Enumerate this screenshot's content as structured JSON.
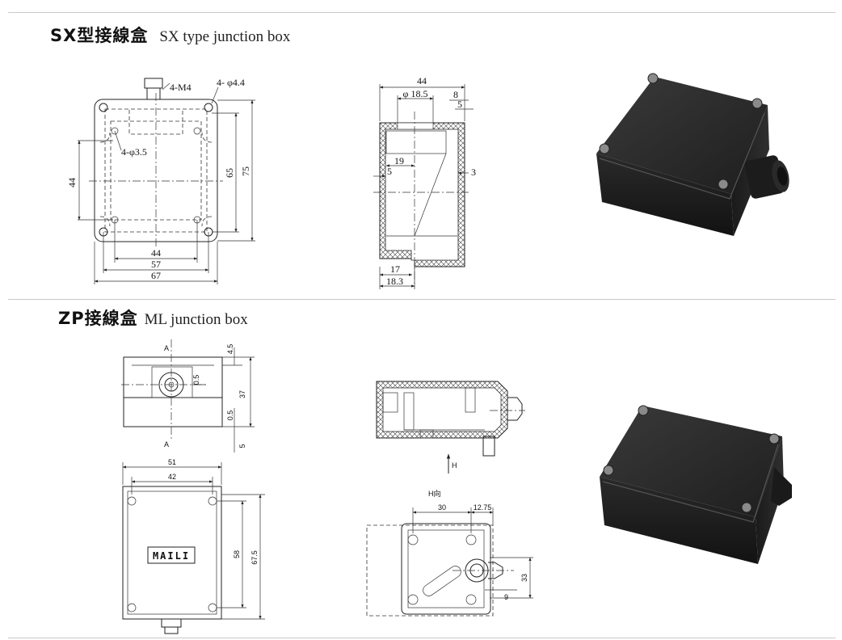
{
  "sections": [
    {
      "title_cn": "SX型接線盒",
      "title_en": "SX type junction box"
    },
    {
      "title_cn": "ZP接線盒",
      "title_en": "ML junction box"
    }
  ],
  "sx": {
    "front": {
      "labels": {
        "bolt": "4-M4",
        "hole_outer": "4- φ4.4",
        "hole_inner": "4-φ3.5"
      },
      "dims": {
        "height_inner": "44",
        "height_mid": "65",
        "height_outer": "75",
        "width_inner": "44",
        "width_mid": "57",
        "width_outer": "67"
      }
    },
    "section": {
      "dims": {
        "top_width": "44",
        "bore": "φ 18.5",
        "right_8": "8",
        "right_5": "5",
        "depth_19": "19",
        "wall_left": "5",
        "wall_right": "3",
        "bottom_17": "17",
        "bottom_183": "18.3"
      }
    }
  },
  "zp": {
    "side": {
      "labels": {
        "section_mark_top": "A",
        "section_mark_bottom": "A"
      },
      "dims": {
        "d45_top": "4.5",
        "d05_top": "0.5",
        "d37": "37",
        "d05_bottom": "0.5",
        "d5": "5"
      }
    },
    "top": {
      "nameplate": "MAILI",
      "dims": {
        "d51": "51",
        "d42": "42",
        "d58": "58",
        "d675": "67.5"
      }
    },
    "section": {
      "labels": {
        "arrow_h": "H"
      }
    },
    "hview": {
      "labels": {
        "title": "H向"
      },
      "dims": {
        "d30": "30",
        "d1275": "12.75",
        "d33": "33",
        "d9": "9"
      }
    }
  },
  "colors": {
    "line": "#222222",
    "rule": "#c9c9c9",
    "box_dark": "#1c1c1c",
    "box_mid": "#2e2e2e",
    "box_light": "#444444"
  }
}
